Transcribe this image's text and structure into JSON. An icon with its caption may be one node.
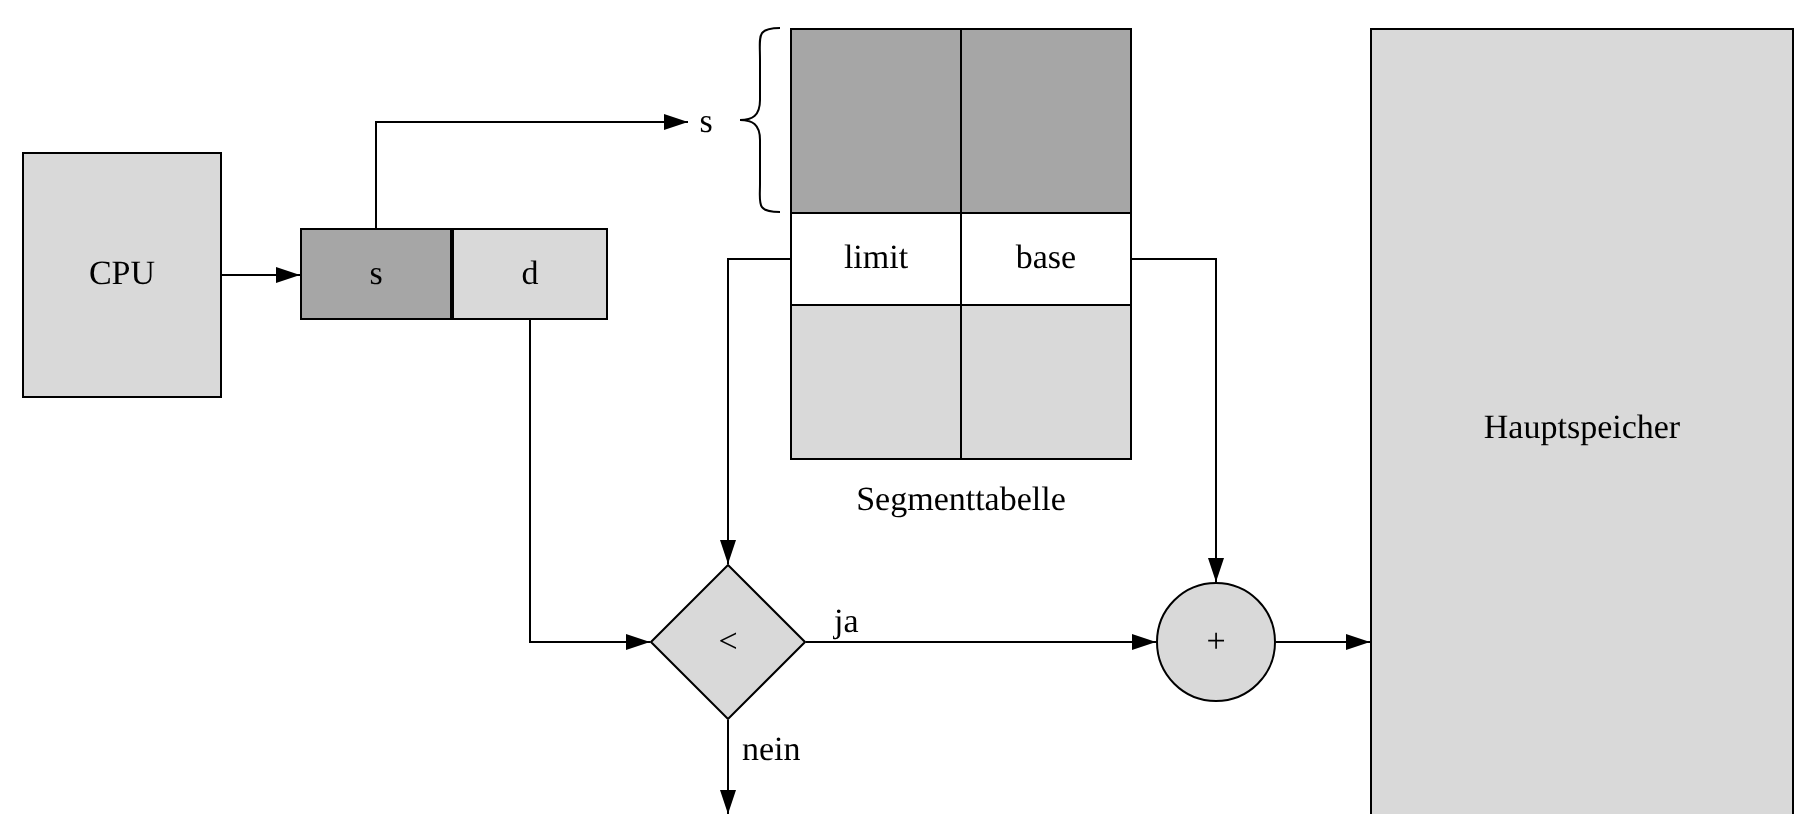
{
  "diagram": {
    "nodes": [
      {
        "text": [
          "CPU"
        ]
      },
      {
        "text": [
          "s"
        ]
      },
      {
        "text": [
          "d"
        ]
      },
      {
        "text": [
          "Segmenttabelle"
        ]
      },
      {
        "text": [],
        "shape": "box",
        "in": 3
      },
      {
        "text": [],
        "shape": "box",
        "in": 3
      },
      {
        "text": [
          "limit"
        ],
        "in": 3
      },
      {
        "text": [
          "base"
        ],
        "in": 3
      },
      {
        "text": [],
        "shape": "box",
        "in": 3
      },
      {
        "text": [],
        "shape": "box",
        "in": 3
      },
      {
        "text": [
          "s"
        ]
      },
      {
        "text": [
          "<"
        ]
      },
      {
        "text": [
          "+"
        ]
      },
      {
        "text": [
          "Hauptspeicher"
        ]
      }
    ],
    "edges": [
      {
        "from": 0,
        "to": 1,
        "arrow": "to"
      },
      {
        "from": 1,
        "to": 10,
        "arrow": "to"
      },
      {
        "from": 2,
        "to": 11,
        "arrow": "to"
      },
      {
        "from": 6,
        "to": 11,
        "arrow": "to"
      },
      {
        "from": 7,
        "to": 12,
        "arrow": "to"
      },
      {
        "from": 11,
        "to": 12,
        "label": "ja",
        "arrow": "to"
      },
      {
        "from": 12,
        "to": 13,
        "arrow": "to"
      },
      {
        "from": 11,
        "to": null,
        "label": "nein",
        "arrow": "to"
      }
    ]
  }
}
